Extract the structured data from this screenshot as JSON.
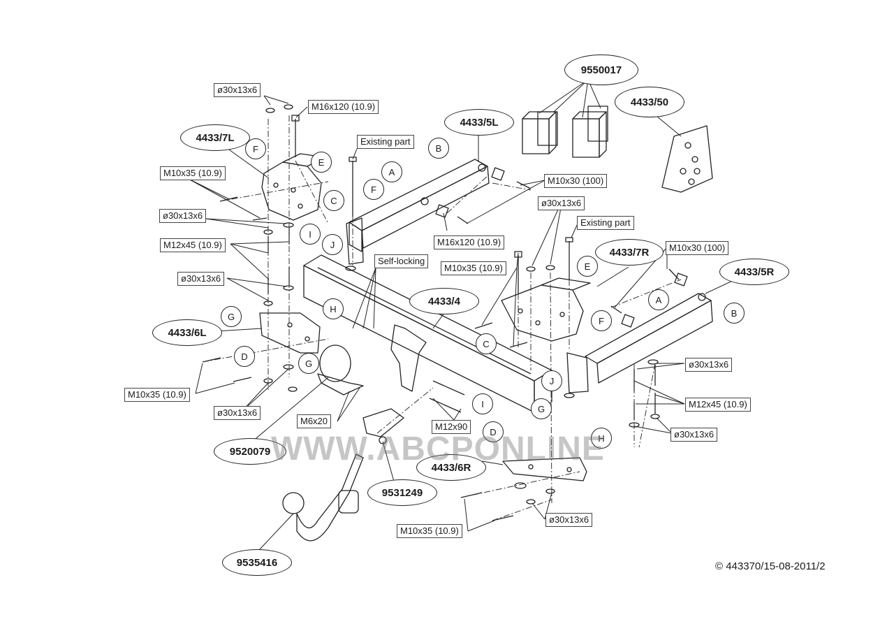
{
  "parts": {
    "p9550017": "9550017",
    "p4433_50": "4433/50",
    "p4433_7L": "4433/7L",
    "p4433_5L": "4433/5L",
    "p4433_7R": "4433/7R",
    "p4433_5R": "4433/5R",
    "p4433_4": "4433/4",
    "p4433_6L": "4433/6L",
    "p4433_6R": "4433/6R",
    "p9520079": "9520079",
    "p9531249": "9531249",
    "p9535416": "9535416"
  },
  "letters": {
    "A": "A",
    "B": "B",
    "C": "C",
    "D": "D",
    "E": "E",
    "F": "F",
    "G": "G",
    "H": "H",
    "I": "I",
    "J": "J"
  },
  "specs": {
    "washer": "ø30x13x6",
    "m16x120_109": "M16x120 (10.9)",
    "existing_part": "Existing part",
    "m10x35_109": "M10x35 (10.9)",
    "m12x45_109": "M12x45 (10.9)",
    "m10x30_100": "M10x30 (100)",
    "self_locking": "Self-locking",
    "m6x20": "M6x20",
    "m12x90": "M12x90"
  },
  "watermark": "WWW.ABCPONLINE",
  "copyright": "© 443370/15-08-2011/2"
}
